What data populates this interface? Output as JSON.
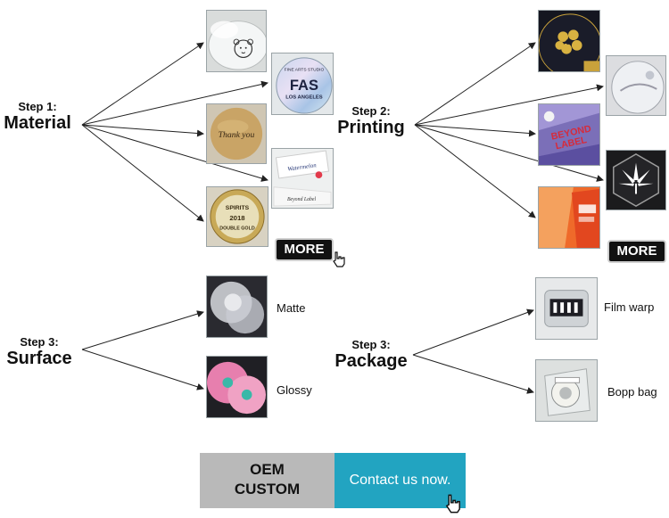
{
  "steps": {
    "material": {
      "step": "Step 1:",
      "title": "Material"
    },
    "printing": {
      "step": "Step 2:",
      "title": "Printing"
    },
    "surface": {
      "step": "Step 3:",
      "title": "Surface"
    },
    "package": {
      "step": "Step 3:",
      "title": "Package"
    }
  },
  "more_label": "MORE",
  "surface_options": [
    "Matte",
    "Glossy"
  ],
  "package_options": [
    "Film warp",
    "Bopp bag"
  ],
  "thumb_text": {
    "fas": "FAS",
    "los_angeles": "LOS ANGELES",
    "fine_arts": "FINE ARTS STUDIO",
    "thank_you": "Thank you",
    "watermelon": "Watermelon",
    "beyond_label_sm": "Beyond Label",
    "spirits": "SPIRITS",
    "year": "2018",
    "double_gold": "DOUBLE GOLD",
    "beyond": "BEYOND",
    "label": "LABEL"
  },
  "cta": {
    "oem": "OEM CUSTOM",
    "contact": "Contact us now."
  }
}
